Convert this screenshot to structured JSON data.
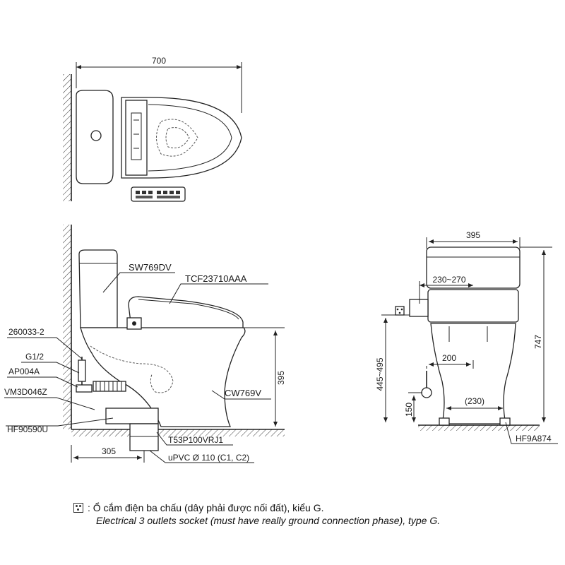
{
  "top_view": {
    "width_label": "700"
  },
  "side_view": {
    "labels": {
      "tank": "SW769DV",
      "seat": "TCF23710AAA",
      "part_260033": "260033-2",
      "g12": "G1/2",
      "ap004a": "AP004A",
      "vm3d046z": "VM3D046Z",
      "hf90590u": "HF90590U",
      "bowl": "CW769V",
      "flange": "T53P100VRJ1",
      "pipe": "uPVC Ø 110 (C1, C2)"
    },
    "dims": {
      "height": "395",
      "rough_in": "305"
    }
  },
  "front_view": {
    "labels": {
      "bolt": "HF9A874"
    },
    "dims": {
      "width": "395",
      "socket_offset": "230~270",
      "total_height": "747",
      "socket_height": "445~495",
      "supply_offset": "200",
      "supply_height": "150",
      "bolt_spacing": "(230)"
    }
  },
  "note": {
    "vi": ": Ổ cắm điện ba chấu (dây phải được nối đất), kiểu G.",
    "en": "Electrical 3 outlets socket (must have really ground connection phase), type G."
  }
}
